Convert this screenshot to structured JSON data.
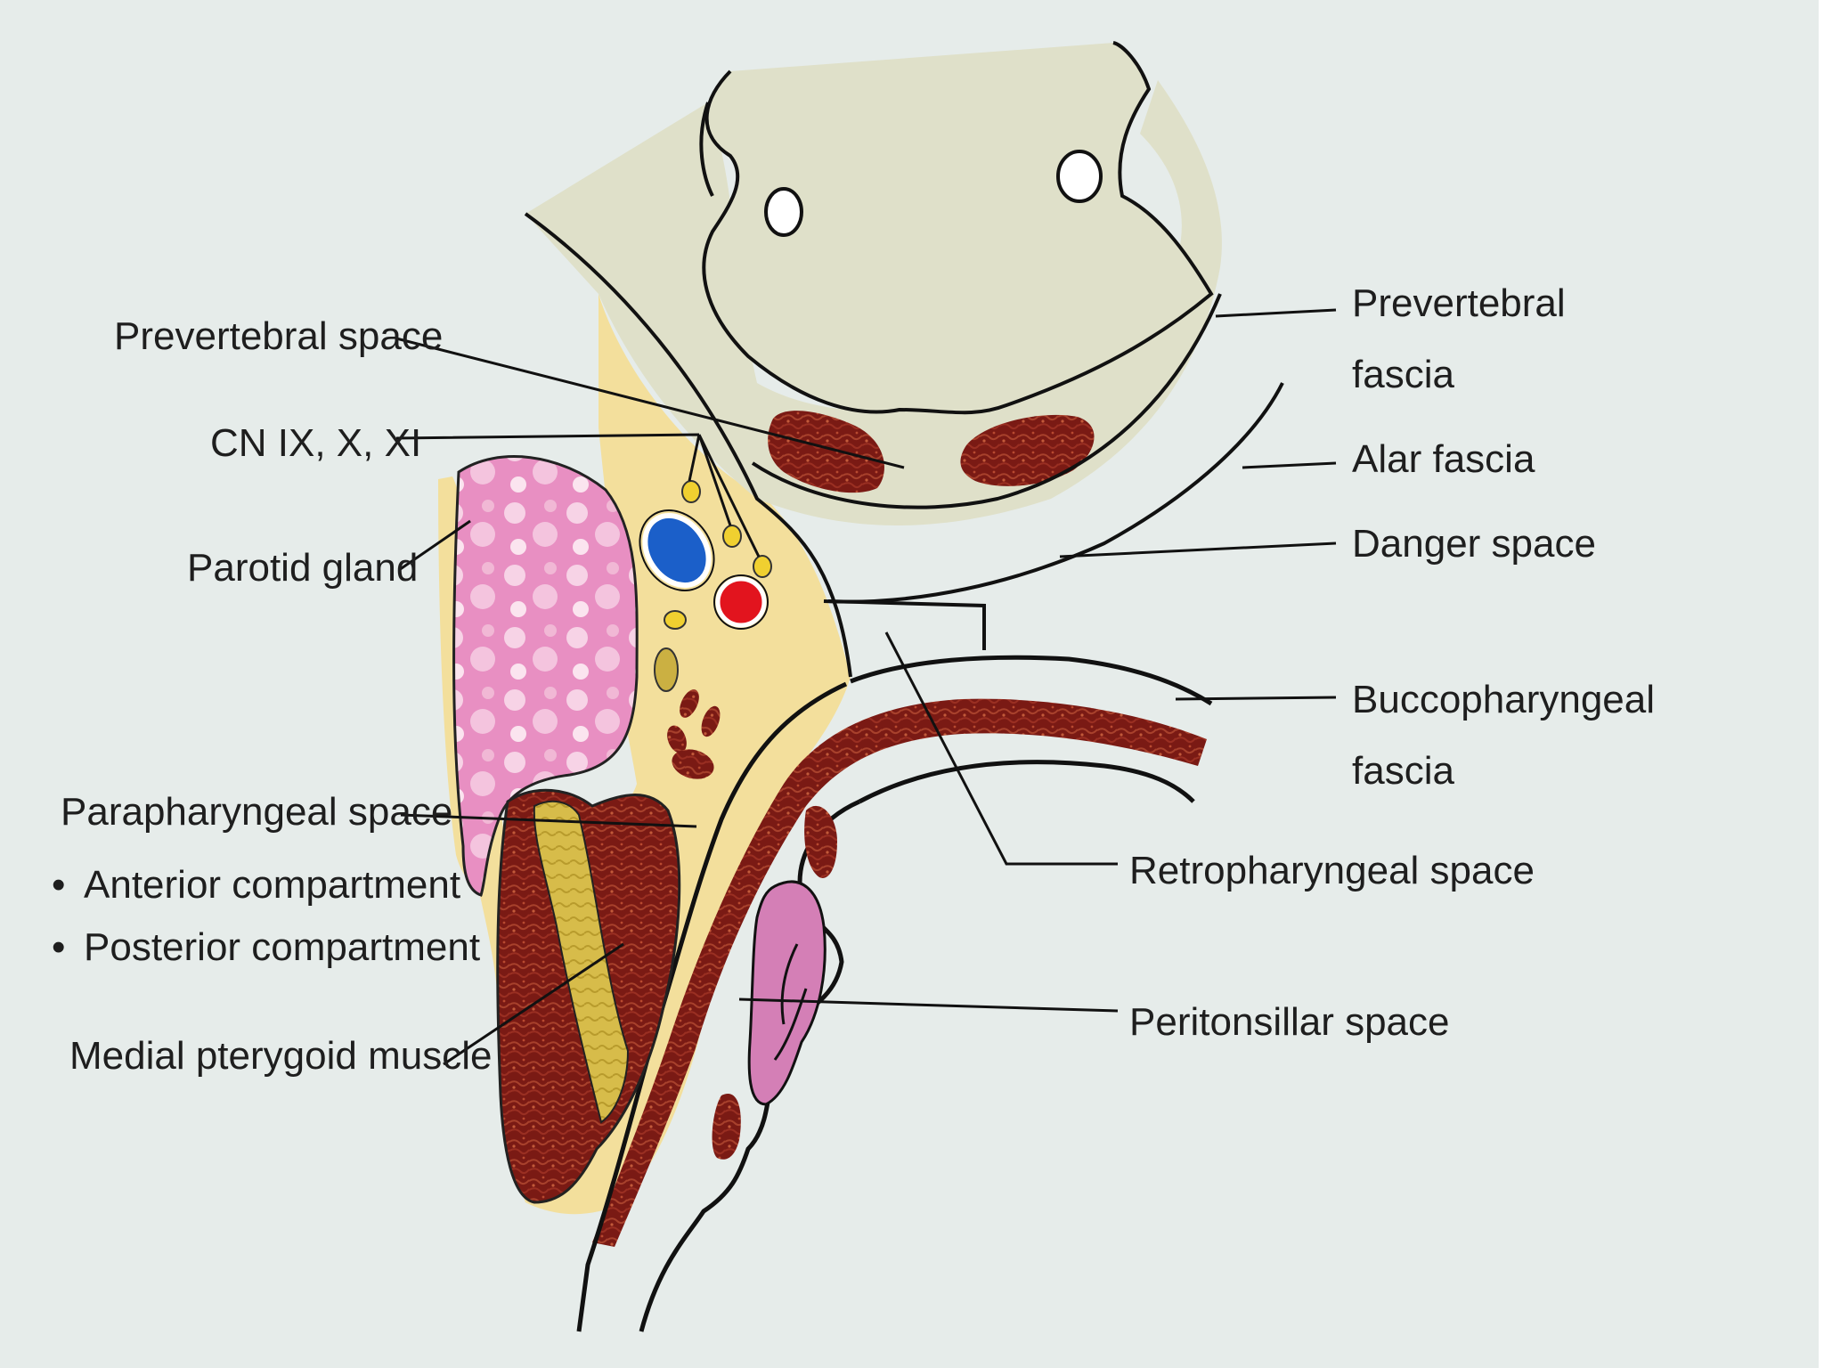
{
  "labels": {
    "prevertebral_space": "Prevertebral space",
    "cn": "CN IX, X, XI",
    "parotid_gland": "Parotid gland",
    "parapharyngeal_space": "Parapharyngeal space",
    "anterior_compartment": "Anterior compartment",
    "posterior_compartment": "Posterior compartment",
    "medial_pterygoid": "Medial pterygoid muscle",
    "prevertebral_fascia_1": "Prevertebral",
    "prevertebral_fascia_2": "fascia",
    "alar_fascia": "Alar fascia",
    "danger_space": "Danger space",
    "buccopharyngeal_fascia_1": "Buccopharyngeal",
    "buccopharyngeal_fascia_2": "fascia",
    "retropharyngeal_space": "Retropharyngeal space",
    "peritonsillar_space": "Peritonsillar space"
  },
  "bullet": "•",
  "colors": {
    "background": "#e6ecea",
    "fat": "#f3df9c",
    "vertebra": "#dfe0c9",
    "muscle": "#7a1a14",
    "parotid": "#e88fc2",
    "tonsil": "#d47fb6",
    "vein": "#1b5fc9",
    "artery": "#e2141e",
    "nerve": "#f0d030"
  }
}
